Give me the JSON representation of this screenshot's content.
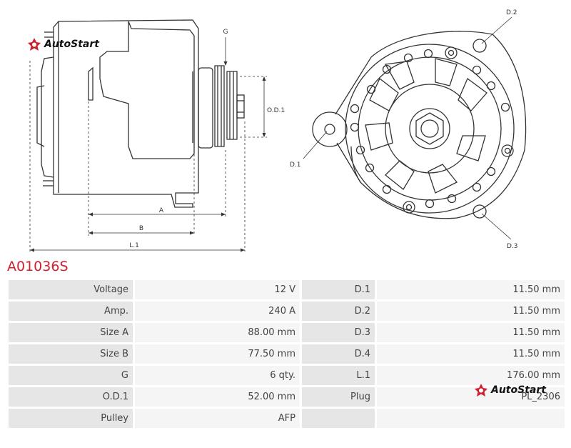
{
  "brand": {
    "name": "AutoStart",
    "accent": "#d0202e"
  },
  "drawing_labels": {
    "g": "G",
    "od1": "O.D.1",
    "a": "A",
    "b": "B",
    "l1": "L.1",
    "d1": "D.1",
    "d2": "D.2",
    "d3": "D.3"
  },
  "part_number": "A01036S",
  "specs": [
    {
      "label": "Voltage",
      "value": "12 V",
      "label2": "D.1",
      "value2": "11.50 mm"
    },
    {
      "label": "Amp.",
      "value": "240 A",
      "label2": "D.2",
      "value2": "11.50 mm"
    },
    {
      "label": "Size A",
      "value": "88.00 mm",
      "label2": "D.3",
      "value2": "11.50 mm"
    },
    {
      "label": "Size B",
      "value": "77.50 mm",
      "label2": "D.4",
      "value2": "11.50 mm"
    },
    {
      "label": "G",
      "value": "6 qty.",
      "label2": "L.1",
      "value2": "176.00 mm"
    },
    {
      "label": "O.D.1",
      "value": "52.00 mm",
      "label2": "Plug",
      "value2": "PL_2306"
    },
    {
      "label": "Pulley",
      "value": "AFP",
      "label2": "",
      "value2": ""
    }
  ]
}
